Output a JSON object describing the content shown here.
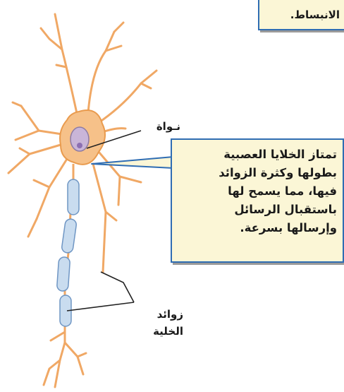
{
  "callout_top": {
    "text": "الانبساط."
  },
  "callout_main": {
    "lines": [
      "تمتاز الخلايا العصبية",
      "بطولها وكثرة الزوائد",
      "فيها، مما يسمح لها",
      "باستقبال الرسائل",
      "وإرسالها بسرعة."
    ]
  },
  "labels": {
    "nucleus": "نـواة",
    "processes_line1": "زوائد",
    "processes_line2": "الخلية"
  },
  "colors": {
    "cell": "#f6c189",
    "cell_stroke": "#e99b4e",
    "nucleus": "#c9b5d8",
    "axon_segment": "#c9dcef",
    "callout_border": "#2f6db3",
    "callout_fill": "#fbf6d6"
  }
}
